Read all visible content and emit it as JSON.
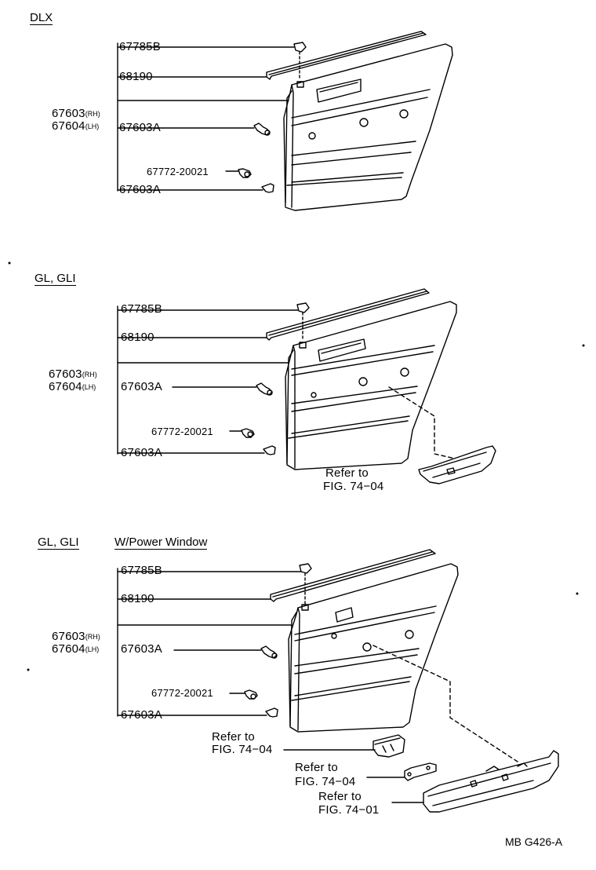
{
  "sections": [
    {
      "title": "DLX",
      "subtitle": "",
      "parts": {
        "clip_top": "67785B",
        "weatherstrip": "68190",
        "board_rh": "67603",
        "board_rh_suffix": "(RH)",
        "board_lh": "67604",
        "board_lh_suffix": "(LH)",
        "clip_mid": "67603A",
        "screw": "67772-20021",
        "clip_bot": "67603A"
      },
      "refs": []
    },
    {
      "title": "GL, GLI",
      "subtitle": "",
      "parts": {
        "clip_top": "67785B",
        "weatherstrip": "68190",
        "board_rh": "67603",
        "board_rh_suffix": "(RH)",
        "board_lh": "67604",
        "board_lh_suffix": "(LH)",
        "clip_mid": "67603A",
        "screw": "67772-20021",
        "clip_bot": "67603A"
      },
      "refs": [
        {
          "line1": "Refer to",
          "line2": "FIG. 74−04"
        }
      ]
    },
    {
      "title": "GL, GLI",
      "subtitle": "W/Power Window",
      "parts": {
        "clip_top": "67785B",
        "weatherstrip": "68190",
        "board_rh": "67603",
        "board_rh_suffix": "(RH)",
        "board_lh": "67604",
        "board_lh_suffix": "(LH)",
        "clip_mid": "67603A",
        "screw": "67772-20021",
        "clip_bot": "67603A"
      },
      "refs": [
        {
          "line1": "Refer to",
          "line2": "FIG. 74−04"
        },
        {
          "line1": "Refer to",
          "line2": "FIG. 74−04"
        },
        {
          "line1": "Refer to",
          "line2": "FIG. 74−01"
        }
      ]
    }
  ],
  "figure_code": "MB G426-A"
}
